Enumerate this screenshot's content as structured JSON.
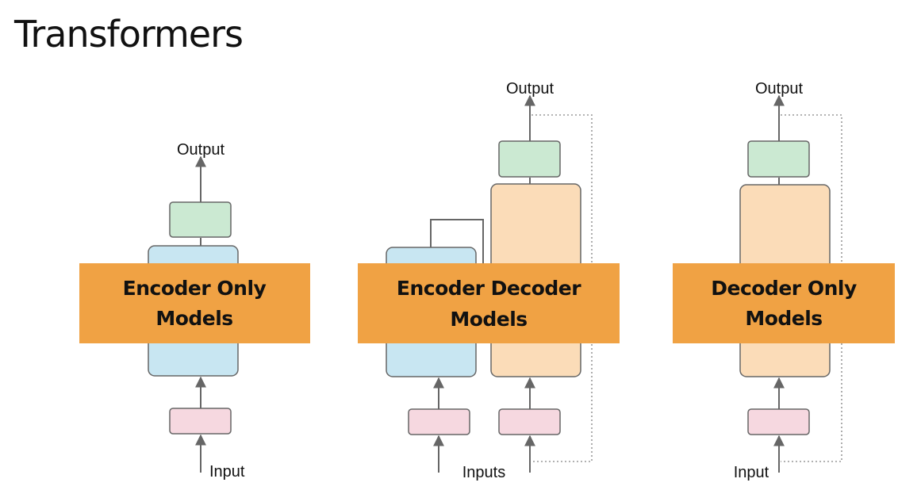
{
  "title": "Transformers",
  "colors": {
    "banner": "#f0a244",
    "encoder_block": "#c8e6f2",
    "decoder_block": "#fbdcb8",
    "output_layer": "#cbe9d2",
    "input_layer": "#f6d8e0"
  },
  "diagrams": [
    {
      "banner_line1": "Encoder Only",
      "banner_line2": "Models",
      "output_label": "Output",
      "input_label": "Input"
    },
    {
      "banner_line1": "Encoder Decoder",
      "banner_line2": "Models",
      "output_label": "Output",
      "input_label": "Inputs"
    },
    {
      "banner_line1": "Decoder Only",
      "banner_line2": "Models",
      "output_label": "Output",
      "input_label": "Input"
    }
  ]
}
